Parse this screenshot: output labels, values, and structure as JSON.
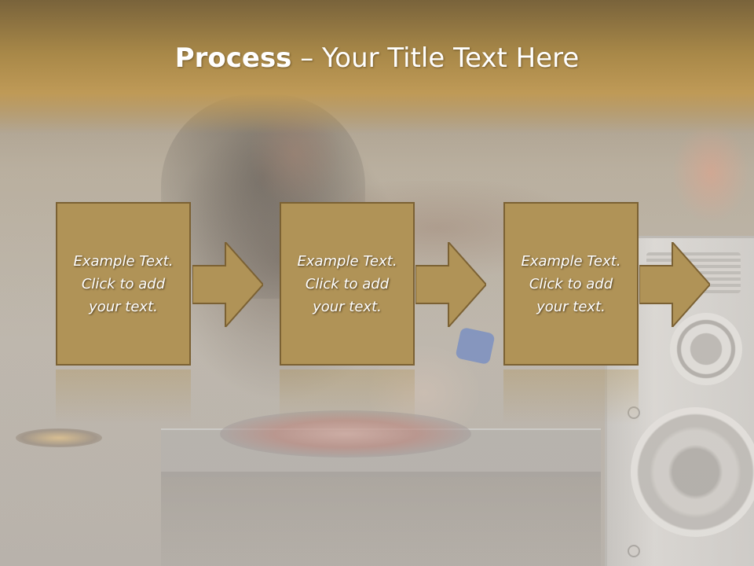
{
  "slide": {
    "title_bold": "Process",
    "title_rest": " – Your Title Text Here"
  },
  "steps": [
    {
      "text": "Example Text.\nClick  to add\nyour text."
    },
    {
      "text": "Example Text.\nClick  to add\nyour text."
    },
    {
      "text": "Example Text.\nClick  to add\nyour text."
    }
  ],
  "colors": {
    "box_fill": "#b09357",
    "box_border": "#7b6133",
    "arrow_fill": "#b09357",
    "title_band": "#a88848"
  }
}
